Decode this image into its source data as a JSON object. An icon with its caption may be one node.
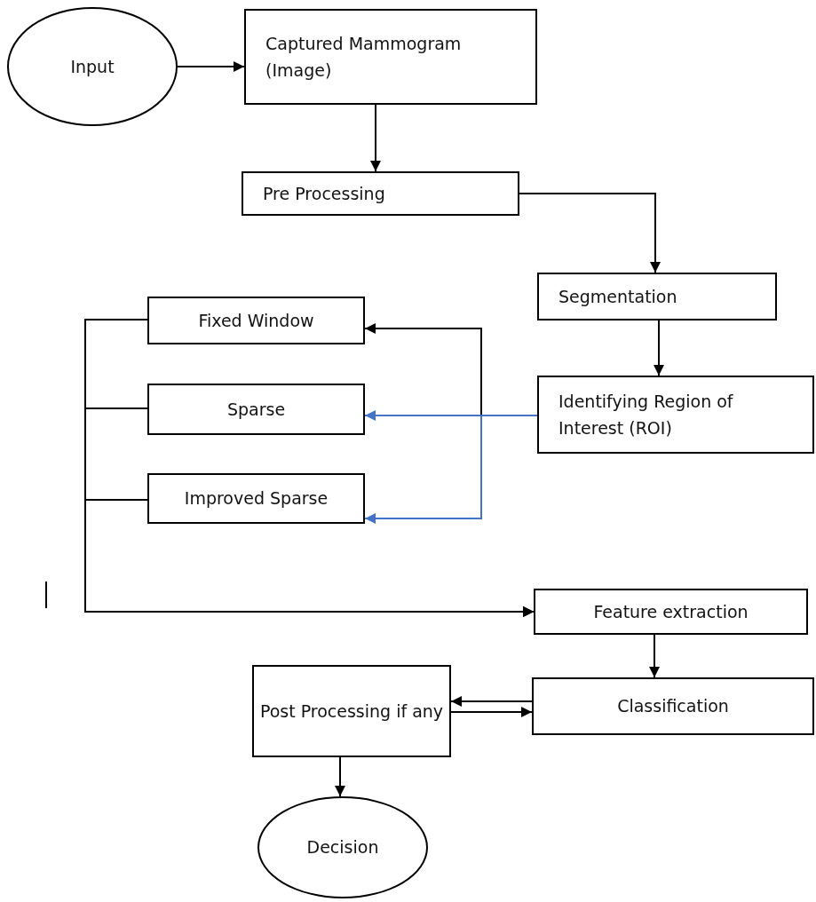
{
  "diagram": {
    "nodes": [
      {
        "text": [
          "Input"
        ]
      },
      {
        "text": [
          "Captured Mammogram (Image)"
        ]
      },
      {
        "text": [
          "Pre Processing"
        ]
      },
      {
        "text": [
          "Segmentation"
        ]
      },
      {
        "text": [
          "Identifying Region of Interest (ROI)"
        ]
      },
      {
        "text": [
          "Fixed Window"
        ]
      },
      {
        "text": [
          "Sparse"
        ]
      },
      {
        "text": [
          "Improved Sparse"
        ]
      },
      {
        "text": [
          "Feature extraction"
        ]
      },
      {
        "text": [
          "Classification"
        ]
      },
      {
        "text": [
          "Post Processing if any"
        ]
      },
      {
        "text": [
          "Decision"
        ]
      }
    ],
    "edges": [
      {
        "from": 0,
        "to": 1,
        "arrow": "to"
      },
      {
        "from": 1,
        "to": 2,
        "arrow": "to"
      },
      {
        "from": 2,
        "to": 3,
        "arrow": "to"
      },
      {
        "from": 3,
        "to": 4,
        "arrow": "to"
      },
      {
        "from": 4,
        "to": 5,
        "arrow": "to"
      },
      {
        "from": 4,
        "to": 6,
        "arrow": "to",
        "color": "#4472c4"
      },
      {
        "from": 4,
        "to": 7,
        "arrow": "to",
        "color": "#4472c4"
      },
      {
        "from": 5,
        "to": 8,
        "arrow": "to"
      },
      {
        "from": 6,
        "to": 8,
        "arrow": "to"
      },
      {
        "from": 7,
        "to": 8,
        "arrow": "to"
      },
      {
        "from": 8,
        "to": 9,
        "arrow": "to"
      },
      {
        "from": 9,
        "to": 10,
        "arrow": "to"
      },
      {
        "from": 10,
        "to": 9,
        "arrow": "to"
      },
      {
        "from": 10,
        "to": 11,
        "arrow": "to"
      }
    ]
  }
}
